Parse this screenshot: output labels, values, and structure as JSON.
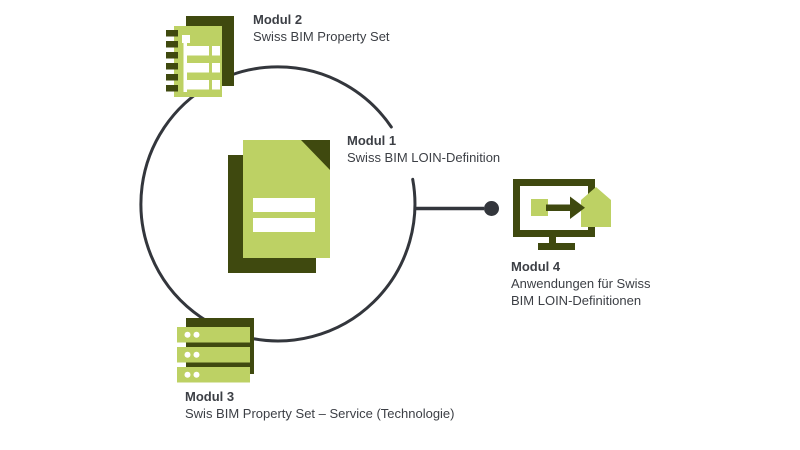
{
  "canvas": {
    "background": "#ffffff"
  },
  "colors": {
    "light_green": "#bdd164",
    "dark_olive": "#3f490f",
    "line": "#33363c",
    "text": "#3c3f45",
    "background": "#ffffff"
  },
  "modules": {
    "modul1": {
      "title": "Modul 1",
      "subtitle": "Swiss BIM LOIN-Definition",
      "icon": "document-icon"
    },
    "modul2": {
      "title": "Modul 2",
      "subtitle": "Swiss BIM Property Set",
      "icon": "notebook-icon"
    },
    "modul3": {
      "title": "Modul 3",
      "subtitle": "Swis BIM Property Set – Service (Technologie)",
      "icon": "server-icon"
    },
    "modul4": {
      "title": "Modul 4",
      "subtitle_line1": "Anwendungen für Swiss",
      "subtitle_line2": "BIM LOIN-Definitionen",
      "icon": "monitor-icon"
    }
  }
}
